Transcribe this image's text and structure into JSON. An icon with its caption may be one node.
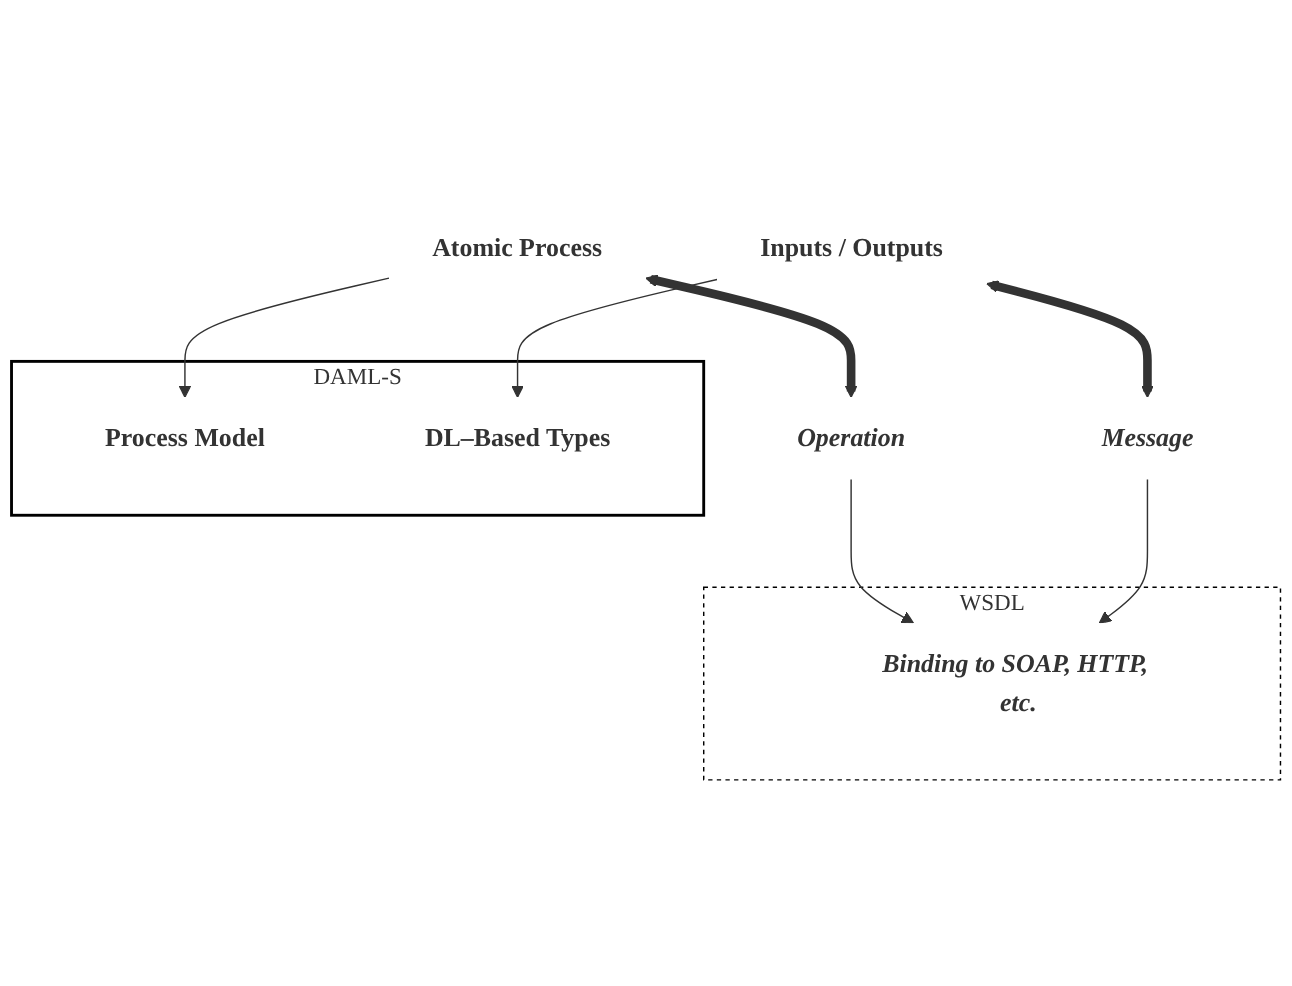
{
  "diagram": {
    "nodes": [
      {
        "text": [
          "DAML-S"
        ]
      },
      {
        "text": [
          "Process Model"
        ],
        "in": 0
      },
      {
        "text": [
          "DL–Based Types"
        ],
        "in": 0
      },
      {
        "text": [
          "WSDL"
        ]
      },
      {
        "text": [
          "Atomic Process"
        ]
      },
      {
        "text": [
          "Inputs / Outputs"
        ]
      },
      {
        "text": [
          "Operation"
        ]
      },
      {
        "text": [
          "Message"
        ]
      },
      {
        "text": [
          "Binding to SOAP, HTTP, etc."
        ],
        "in": 3
      }
    ],
    "edges": [
      {
        "from": 4,
        "to": 1,
        "arrow": "to"
      },
      {
        "from": 5,
        "to": 2,
        "arrow": "to"
      },
      {
        "from": 4,
        "to": 6,
        "arrow": "both",
        "style": "thick"
      },
      {
        "from": 5,
        "to": 7,
        "arrow": "both",
        "style": "thick"
      },
      {
        "from": 6,
        "to": 8,
        "arrow": "to"
      },
      {
        "from": 7,
        "to": 8,
        "arrow": "to"
      }
    ]
  }
}
